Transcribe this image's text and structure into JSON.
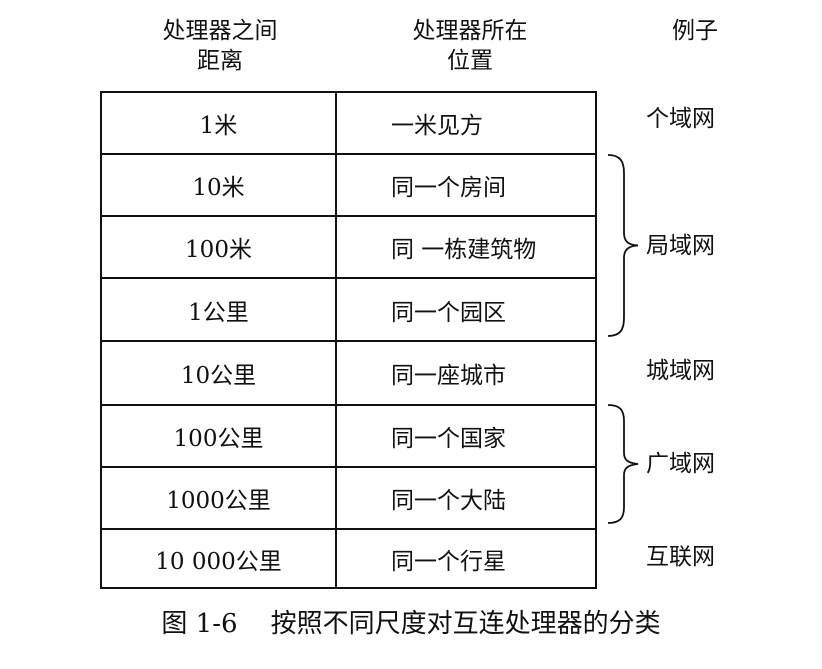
{
  "headers": {
    "distance": "处理器之间\n距离",
    "location": "处理器所在\n位置",
    "example": "例子"
  },
  "rows": [
    {
      "distance": "1米",
      "location": "一米见方"
    },
    {
      "distance": "10米",
      "location": "同一个房间"
    },
    {
      "distance": "100米",
      "location": "同 一栋建筑物"
    },
    {
      "distance": "1公里",
      "location": "同一个园区"
    },
    {
      "distance": "10公里",
      "location": "同一座城市"
    },
    {
      "distance": "100公里",
      "location": "同一个国家"
    },
    {
      "distance": "1000公里",
      "location": "同一个大陆"
    },
    {
      "distance": "10 000公里",
      "location": "同一个行星"
    }
  ],
  "examples": {
    "personal": "个域网",
    "local": "局域网",
    "metro": "城域网",
    "wide": "广域网",
    "internet": "互联网"
  },
  "caption": "图 1-6    按照不同尺度对互连处理器的分类"
}
